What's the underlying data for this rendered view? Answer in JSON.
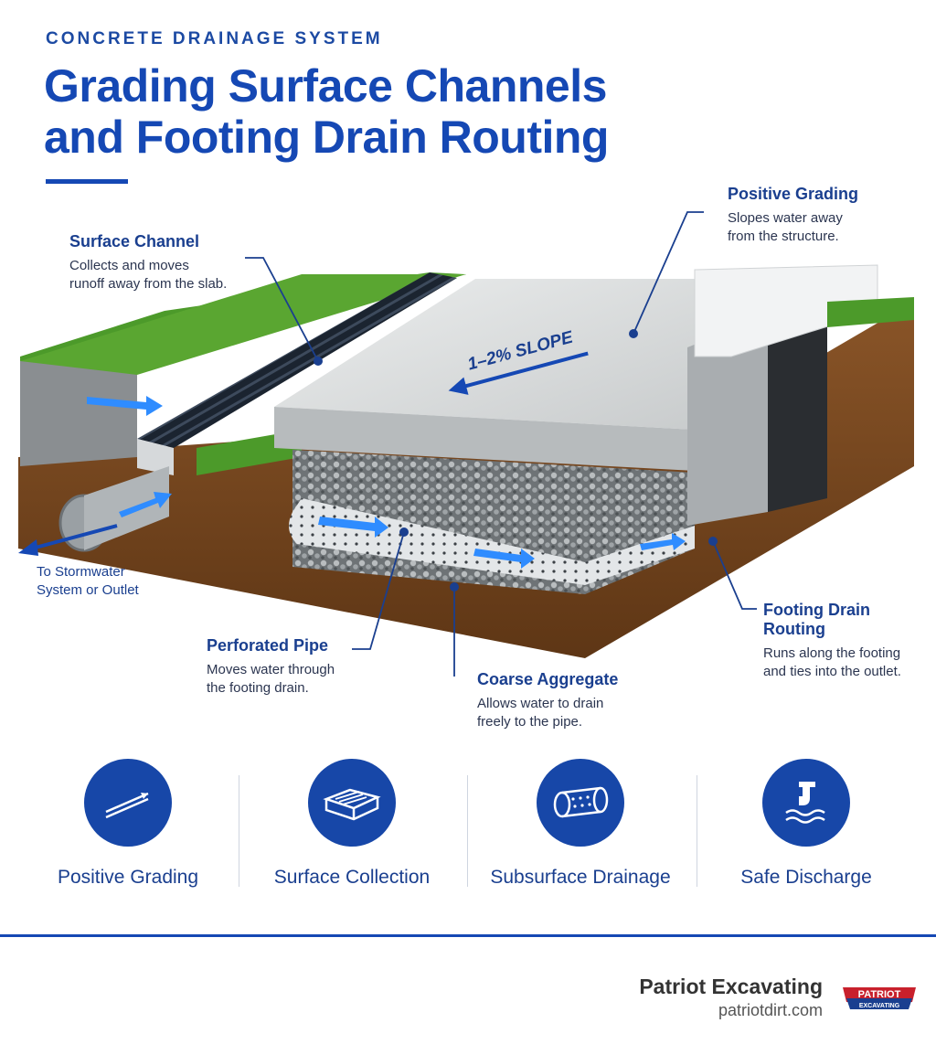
{
  "header": {
    "eyebrow": "CONCRETE DRAINAGE SYSTEM",
    "title_line1": "Grading Surface Channels",
    "title_line2": "and Footing Drain Routing"
  },
  "diagram": {
    "slope_label": "1–2% SLOPE",
    "callouts": {
      "surface_channel": {
        "title": "Surface Channel",
        "desc1": "Collects and moves",
        "desc2": "runoff away from the slab."
      },
      "positive_grading": {
        "title": "Positive Grading",
        "desc1": "Slopes water away",
        "desc2": "from the structure."
      },
      "outlet": {
        "line1": "To Stormwater",
        "line2": "System or Outlet"
      },
      "perforated_pipe": {
        "title": "Perforated Pipe",
        "desc1": "Moves water through",
        "desc2": "the footing drain."
      },
      "coarse_aggregate": {
        "title": "Coarse Aggregate",
        "desc1": "Allows water to drain",
        "desc2": "freely to the pipe."
      },
      "footing_drain": {
        "title": "Footing Drain Routing",
        "desc1": "Runs along the footing",
        "desc2": "and ties into the outlet."
      }
    }
  },
  "features": [
    {
      "label": "Positive Grading",
      "icon": "slope-arrow-icon"
    },
    {
      "label": "Surface Collection",
      "icon": "trench-grate-icon"
    },
    {
      "label": "Subsurface Drainage",
      "icon": "perforated-pipe-icon"
    },
    {
      "label": "Safe Discharge",
      "icon": "outlet-water-icon"
    }
  ],
  "footer": {
    "company": "Patriot Excavating",
    "url": "patriotdirt.com",
    "logo_text_top": "PATRIOT",
    "logo_text_bottom": "EXCAVATING"
  },
  "colors": {
    "primary": "#1548b4",
    "accent_arrow": "#2f8cff",
    "grass": "#4c9a2a",
    "soil": "#7a4a22",
    "concrete": "#d9dcdd"
  }
}
